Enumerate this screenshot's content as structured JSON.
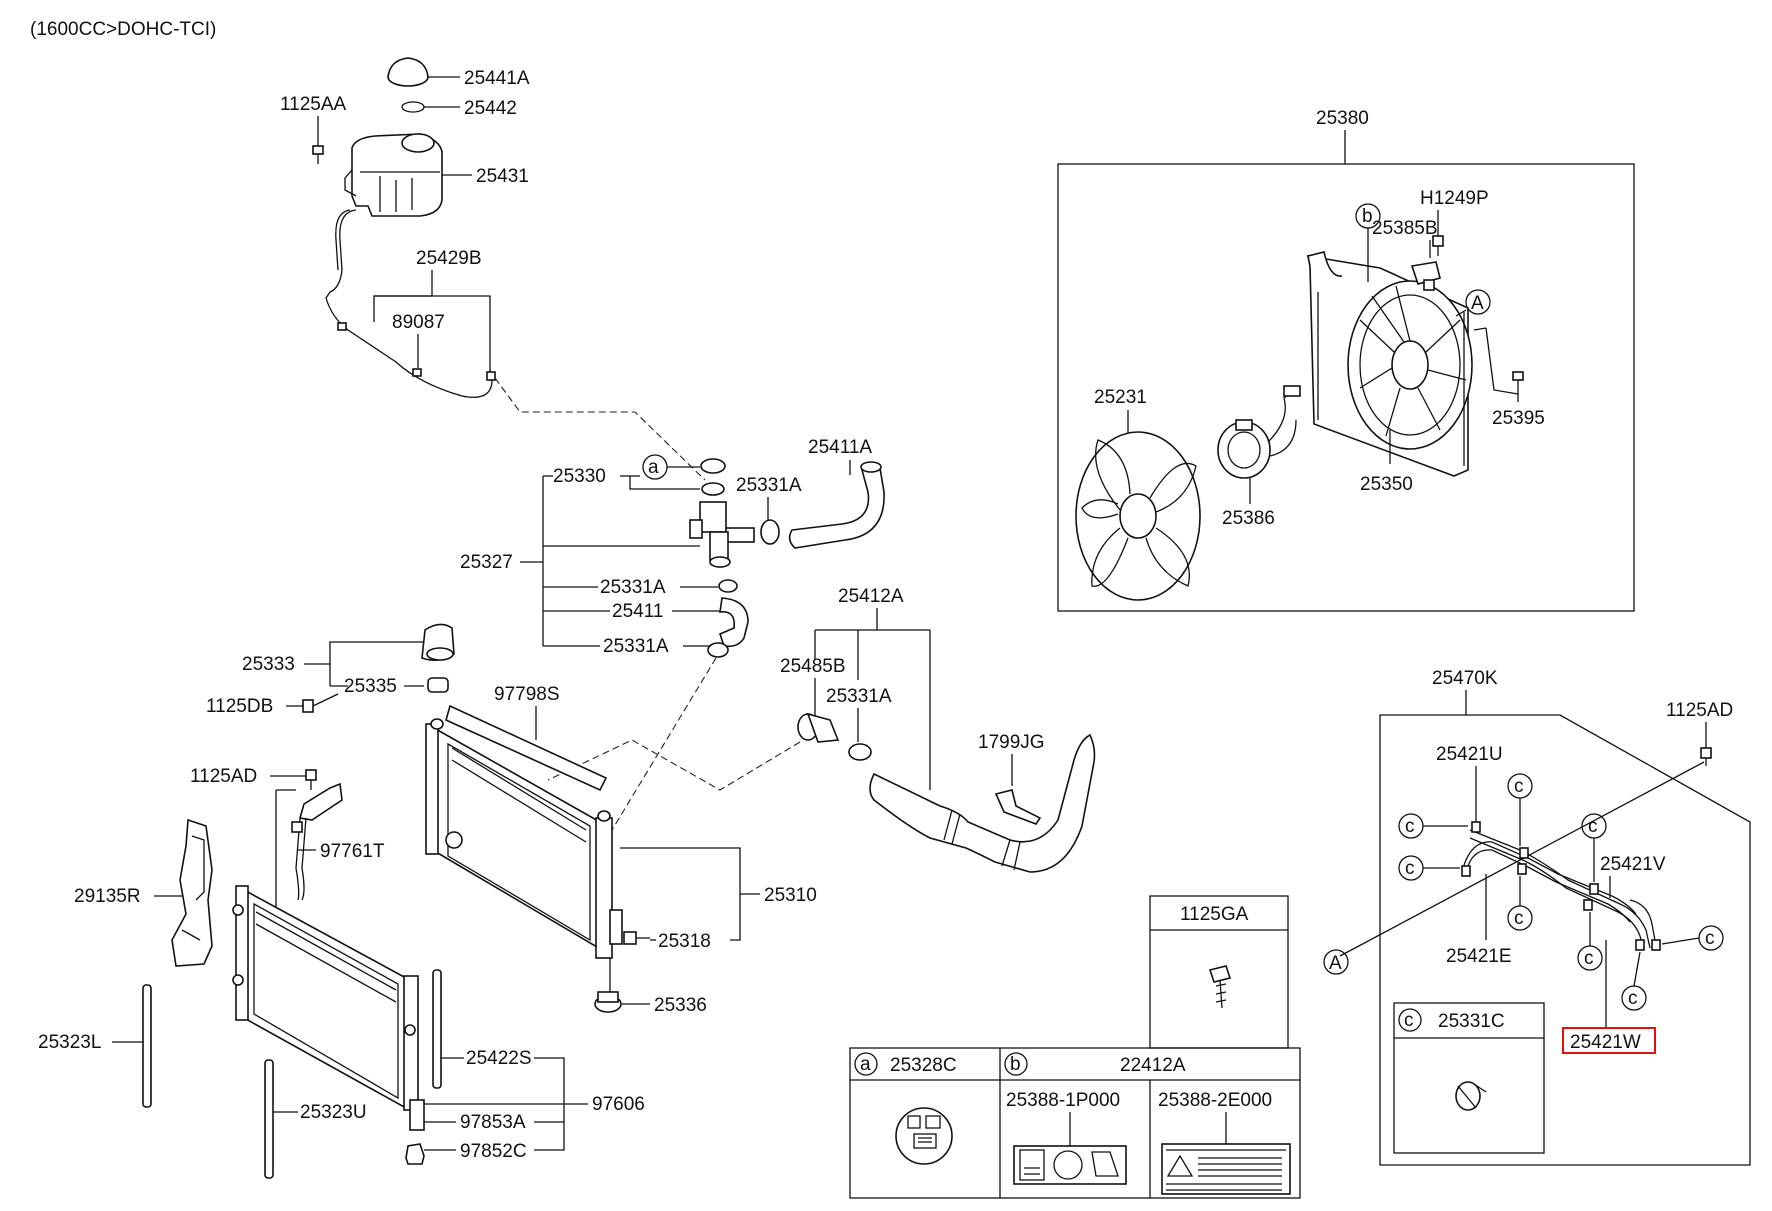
{
  "title": "(1600CC>DOHC-TCI)",
  "labels": {
    "p25441A": "25441A",
    "p25442": "25442",
    "p1125AA": "1125AA",
    "p25431": "25431",
    "p25429B": "25429B",
    "p89087": "89087",
    "p25330": "25330",
    "p25331A_1": "25331A",
    "p25411A": "25411A",
    "p25327": "25327",
    "p25331A_2": "25331A",
    "p25411": "25411",
    "p25331A_3": "25331A",
    "p25412A": "25412A",
    "p25485B": "25485B",
    "p25331A_4": "25331A",
    "p25333": "25333",
    "p25335": "25335",
    "p1125DB": "1125DB",
    "p97798S": "97798S",
    "p1799JG": "1799JG",
    "p1125AD_1": "1125AD",
    "p97761T": "97761T",
    "p29135R": "29135R",
    "p25310": "25310",
    "p25318": "25318",
    "p25336": "25336",
    "p25323L": "25323L",
    "p25422S": "25422S",
    "p97606": "97606",
    "p25323U": "25323U",
    "p97853A": "97853A",
    "p97852C": "97852C",
    "p25380": "25380",
    "pH1249P": "H1249P",
    "p25385B": "25385B",
    "p25231": "25231",
    "p25395": "25395",
    "p25350": "25350",
    "p25386": "25386",
    "p25470K": "25470K",
    "p1125AD_2": "1125AD",
    "p25421U": "25421U",
    "p25421V": "25421V",
    "p25421E": "25421E",
    "p25421W": "25421W",
    "p1125GA": "1125GA"
  },
  "callouts": {
    "a": "a",
    "b": "b",
    "c": "c",
    "A": "A"
  },
  "table": {
    "a_code": "25328C",
    "b_code": "22412A",
    "b_sub1": "25388-1P000",
    "b_sub2": "25388-2E000",
    "c_code": "25331C"
  },
  "highlight_color": "#e01010"
}
